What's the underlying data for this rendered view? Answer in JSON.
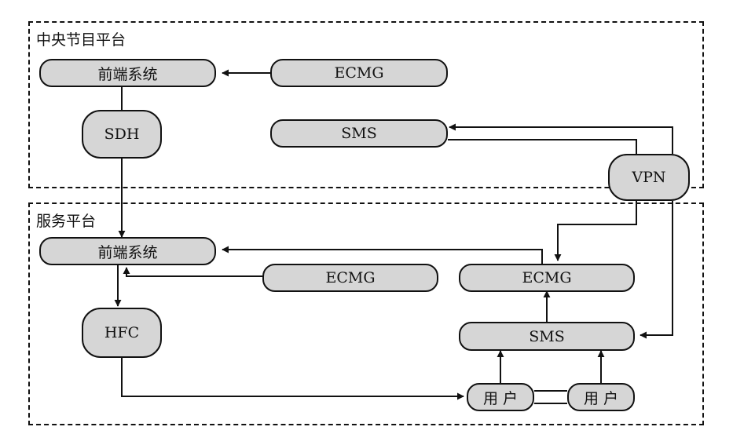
{
  "regions": {
    "central": {
      "label": "中央节目平台"
    },
    "service": {
      "label": "服务平台"
    }
  },
  "nodes": {
    "central_frontend": "前端系统",
    "central_ecmg": "ECMG",
    "central_sms": "SMS",
    "sdh": "SDH",
    "vpn": "VPN",
    "service_frontend": "前端系统",
    "service_ecmg_left": "ECMG",
    "service_ecmg_right": "ECMG",
    "service_sms": "SMS",
    "hfc": "HFC",
    "user_1": "用户",
    "user_2": "用户"
  },
  "colors": {
    "node_fill": "#d6d6d6",
    "stroke": "#111111"
  }
}
